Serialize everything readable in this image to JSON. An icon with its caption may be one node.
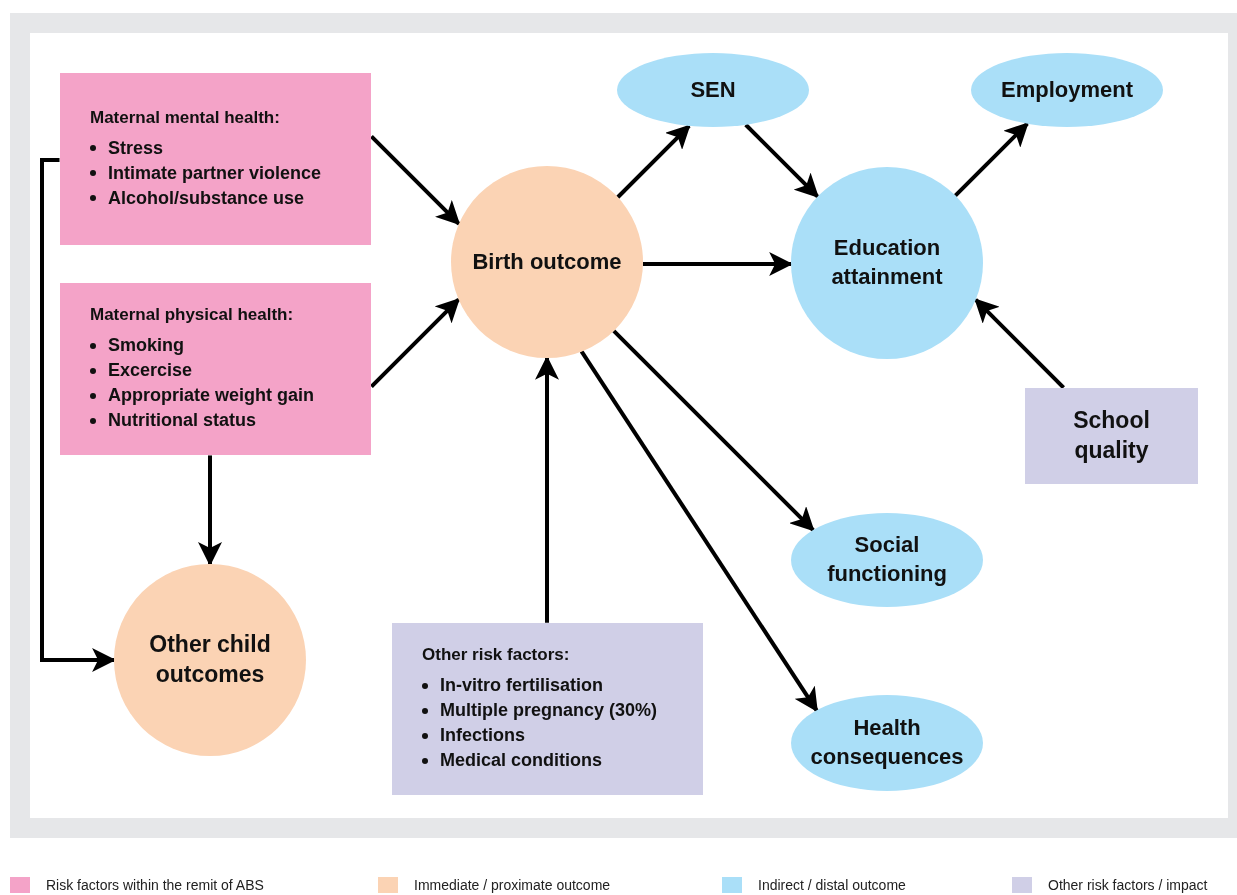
{
  "diagram": {
    "nodes": [
      {
        "text": [
          "Maternal mental health:",
          "Stress",
          "Intimate partner violence",
          "Alcohol/substance use"
        ]
      },
      {
        "text": [
          "Maternal physical health:",
          "Smoking",
          "Excercise",
          "Appropriate weight gain",
          "Nutritional status"
        ]
      },
      {
        "text": [
          "Birth outcome"
        ]
      },
      {
        "text": [
          "SEN"
        ]
      },
      {
        "text": [
          "Employment"
        ]
      },
      {
        "text": [
          "Education attainment"
        ]
      },
      {
        "text": [
          "School quality"
        ]
      },
      {
        "text": [
          "Social functioning"
        ]
      },
      {
        "text": [
          "Other child outcomes"
        ]
      },
      {
        "text": [
          "Other risk factors:",
          "In-vitro fertilisation",
          "Multiple pregnancy (30%)",
          "Infections",
          "Medical conditions"
        ]
      },
      {
        "text": [
          "Health consequences"
        ]
      }
    ],
    "edges": [
      {
        "from": 0,
        "to": 2,
        "arrow": "to"
      },
      {
        "from": 1,
        "to": 2,
        "arrow": "to"
      },
      {
        "from": 2,
        "to": 3,
        "arrow": "to"
      },
      {
        "from": 3,
        "to": 5,
        "arrow": "to"
      },
      {
        "from": 2,
        "to": 5,
        "arrow": "to"
      },
      {
        "from": 5,
        "to": 4,
        "arrow": "to"
      },
      {
        "from": 6,
        "to": 5,
        "arrow": "to"
      },
      {
        "from": 2,
        "to": 7,
        "arrow": "to"
      },
      {
        "from": 2,
        "to": 10,
        "arrow": "to"
      },
      {
        "from": 9,
        "to": 2,
        "arrow": "to"
      },
      {
        "from": 1,
        "to": 8,
        "arrow": "to"
      },
      {
        "from": 0,
        "to": 8,
        "arrow": "to"
      }
    ],
    "legend": [
      {
        "text": "Risk factors within the remit of ABS",
        "color": "#f4a3c8"
      },
      {
        "text": "Immediate / proximate outcome",
        "color": "#fbd3b4"
      },
      {
        "text": "Indirect / distal outcome",
        "color": "#aadff8"
      },
      {
        "text": "Other risk factors / impact",
        "color": "#d0cfe7"
      }
    ]
  }
}
